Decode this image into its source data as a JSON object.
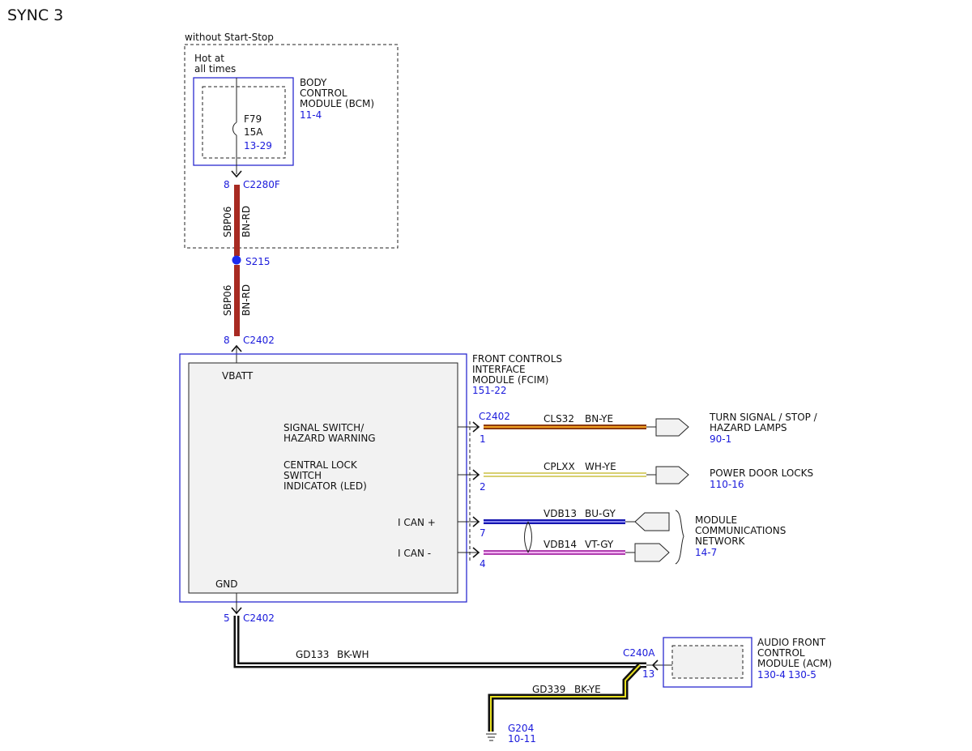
{
  "title": "SYNC 3",
  "colors": {
    "bn_rd": "#a82a22",
    "bn_ye_outer": "#8b3a10",
    "bn_ye_inner": "#f0a020",
    "wh_ye_outer": "#d8d070",
    "wh_ye_inner": "#ffffff",
    "bu_gy_outer": "#1515b0",
    "bu_gy_inner": "#8a8af0",
    "vt_gy_outer": "#b040b0",
    "vt_gy_inner": "#f0b0f0",
    "bk_wh_outer": "#111111",
    "bk_wh_inner": "#ffffff",
    "bk_ye_outer": "#111111",
    "bk_ye_inner": "#e8e020",
    "ref_blue": "#1a1adb"
  },
  "without_start_stop": "without Start-Stop",
  "hot_at_all_times": [
    "Hot at",
    "all times"
  ],
  "bcm": {
    "name_lines": [
      "BODY",
      "CONTROL",
      "MODULE (BCM)"
    ],
    "ref": "11-4",
    "fuse_name": "F79",
    "fuse_rating": "15A",
    "fuse_ref": "13-29"
  },
  "bcm_connector": {
    "pin": "8",
    "name": "C2280F"
  },
  "wire_upper": {
    "circuit": "SBP06",
    "color": "BN-RD"
  },
  "splice": {
    "name": "S215"
  },
  "wire_lower": {
    "circuit": "SBP06",
    "color": "BN-RD"
  },
  "fcim_vbatt_connector": {
    "pin": "8",
    "name": "C2402"
  },
  "fcim": {
    "name_lines": [
      "FRONT CONTROLS",
      "INTERFACE",
      "MODULE (FCIM)"
    ],
    "ref": "151-22",
    "vbatt": "VBATT",
    "gnd": "GND",
    "signal_lines": [
      "SIGNAL SWITCH/",
      "HAZARD WARNING"
    ],
    "lock_lines": [
      "CENTRAL LOCK",
      "SWITCH",
      "INDICATOR (LED)"
    ],
    "ican_plus": "I CAN +",
    "ican_minus": "I CAN -"
  },
  "right_connector": {
    "name": "C2402"
  },
  "outputs": [
    {
      "pin": "1",
      "circuit": "CLS32",
      "color": "BN-YE",
      "dest_lines": [
        "TURN SIGNAL / STOP /",
        "HAZARD LAMPS"
      ],
      "ref": "90-1"
    },
    {
      "pin": "2",
      "circuit": "CPLXX",
      "color": "WH-YE",
      "dest_lines": [
        "POWER DOOR LOCKS"
      ],
      "ref": "110-16"
    },
    {
      "pin": "7",
      "circuit": "VDB13",
      "color": "BU-GY"
    },
    {
      "pin": "4",
      "circuit": "VDB14",
      "color": "VT-GY"
    }
  ],
  "network": {
    "name_lines": [
      "MODULE",
      "COMMUNICATIONS",
      "NETWORK"
    ],
    "ref": "14-7"
  },
  "gnd_connector": {
    "pin": "5",
    "name": "C2402"
  },
  "wire_ground_main": {
    "circuit": "GD133",
    "color": "BK-WH"
  },
  "acm_connector": {
    "name": "C240A",
    "pin": "13"
  },
  "acm": {
    "name_lines": [
      "AUDIO FRONT",
      "CONTROL",
      "MODULE (ACM)"
    ],
    "ref1": "130-4",
    "ref2": "130-5"
  },
  "wire_ground_branch": {
    "circuit": "GD339",
    "color": "BK-YE"
  },
  "ground": {
    "name": "G204",
    "ref": "10-11"
  }
}
